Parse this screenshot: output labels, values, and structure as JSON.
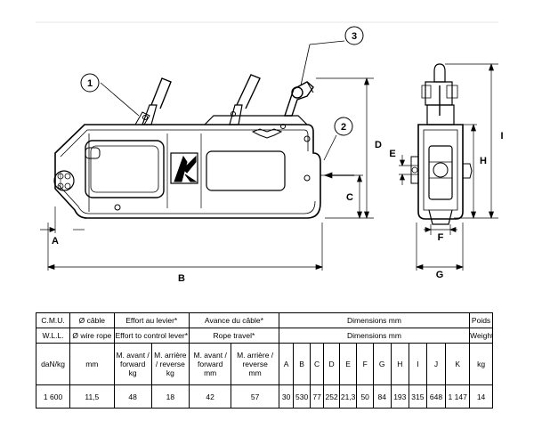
{
  "drawing": {
    "callouts": [
      "1",
      "2",
      "3"
    ],
    "dim_labels": {
      "A": "A",
      "B": "B",
      "C": "C",
      "D": "D",
      "E": "E",
      "F": "F",
      "G": "G",
      "H": "H",
      "I": "I"
    }
  },
  "table": {
    "row1": {
      "cmu": "C.M.U.",
      "cable": "Ø câble",
      "effort": "Effort  au levier*",
      "avance": "Avance du câble*",
      "dimensions": "Dimensions mm",
      "poids": "Poids"
    },
    "row2": {
      "wll": "W.L.L.",
      "wire": "Ø wire rope",
      "effort": "Effort to control lever*",
      "travel": "Rope travel*",
      "dimensions": "Dimensions mm",
      "weight": "Weight"
    },
    "row3": {
      "unit": "daN/kg",
      "mm": "mm",
      "effort_fwd": "M. avant /\nforward\nkg",
      "effort_rev": "M. arrière\n/ reverse\nkg",
      "travel_fwd": "M. avant /\nforward\nmm",
      "travel_rev": "M. arrière /\nreverse\nmm",
      "dim_cols": [
        "A",
        "B",
        "C",
        "D",
        "E",
        "F",
        "G",
        "H",
        "I",
        "J",
        "K"
      ],
      "kg": "kg"
    },
    "row4": {
      "wll": "1 600",
      "cable": "11,5",
      "effort_fwd": "48",
      "effort_rev": "18",
      "travel_fwd": "42",
      "travel_rev": "57",
      "dims": [
        "30",
        "530",
        "77",
        "252",
        "21,3",
        "50",
        "84",
        "193",
        "315",
        "648",
        "1 147"
      ],
      "weight": "14"
    }
  }
}
